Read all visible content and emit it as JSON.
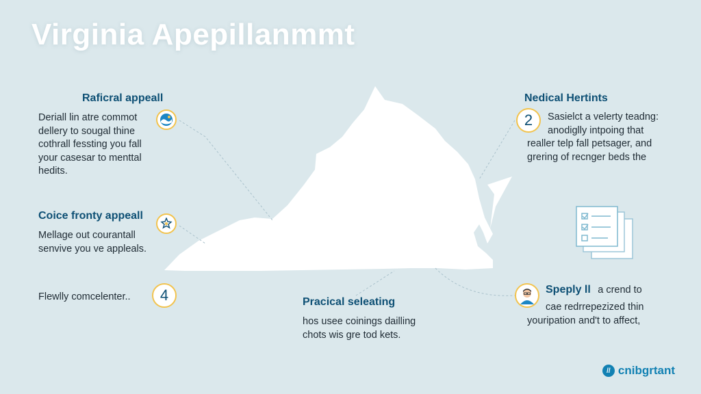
{
  "title": "Virginia Apepillanmmt",
  "blocks": {
    "b1": {
      "heading": "Raficral appeall",
      "lines": [
        "Deriall lin atre commot",
        "dellery to sougal thine",
        "cothrall fessting you fall",
        "your casesar to menttal",
        "hedits."
      ]
    },
    "b2": {
      "heading": "Coice fronty appeall",
      "lines": [
        "Mellage out courantall",
        "senvive you ve appleals."
      ]
    },
    "b3": {
      "heading": "",
      "lines": [
        "Flewlly comcelenter.."
      ]
    },
    "b4": {
      "heading": "Pracical seleating",
      "lines": [
        "hos usee coinings dailling",
        "chots wis gre tod kets."
      ]
    },
    "b5": {
      "heading": "Nedical Hertints",
      "lines": [
        "Sasielct a velerty teadng:",
        "anodiglly intpoing that",
        "realler telp fall petsager, and",
        "grering of recnger beds the"
      ]
    },
    "b6": {
      "heading": "Speply ll",
      "lines": [
        "a crend to",
        "cae redrrepezized thin",
        "youripation and't to affect,"
      ]
    }
  },
  "badges": {
    "step2": "2",
    "step4": "4"
  },
  "icons": {
    "b1": "globe-wave-icon",
    "b2": "ribbon-star-icon",
    "b6": "person-avatar-icon",
    "doc": "checklist-documents-icon",
    "arrow": "pointer-arrow-icon"
  },
  "brand": {
    "mark": "//",
    "name": "cnibgrtant"
  },
  "colors": {
    "background": "#dbe8ec",
    "accent": "#0d4f74",
    "badge_ring": "#f2c34e",
    "brand": "#1281b3"
  }
}
